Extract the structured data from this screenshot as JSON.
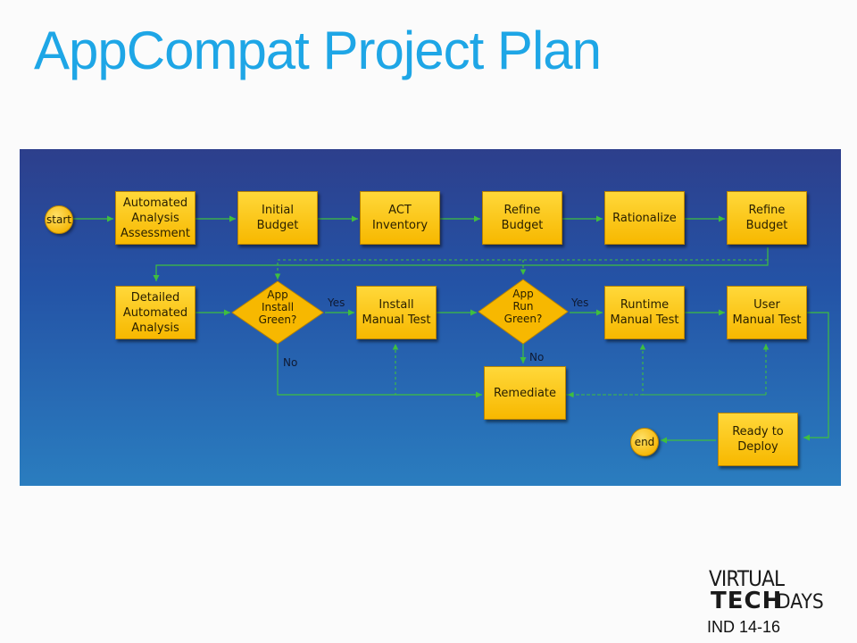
{
  "title": "AppCompat Project Plan",
  "flowchart": {
    "start": "start",
    "end": "end",
    "steps": {
      "automated_analysis_assessment": "Automated\nAnalysis\nAssessment",
      "initial_budget": "Initial\nBudget",
      "act_inventory": "ACT\nInventory",
      "refine_budget_1": "Refine\nBudget",
      "rationalize": "Rationalize",
      "refine_budget_2": "Refine\nBudget",
      "detailed_automated_analysis": "Detailed\nAutomated\nAnalysis",
      "install_manual_test": "Install\nManual Test",
      "runtime_manual_test": "Runtime\nManual Test",
      "user_manual_test": "User\nManual Test",
      "remediate": "Remediate",
      "ready_to_deploy": "Ready to\nDeploy"
    },
    "decisions": {
      "app_install_green": "App\nInstall\nGreen?",
      "app_run_green": "App\nRun\nGreen?"
    },
    "edge_labels": {
      "install_yes": "Yes",
      "install_no": "No",
      "run_yes": "Yes",
      "run_no": "No"
    },
    "colors": {
      "node_fill": "#f7b800",
      "connector": "#3fbf3f",
      "panel_top": "#2d3f8c",
      "panel_bottom": "#2a7dbf"
    }
  },
  "branding": {
    "logo_line1": "VIRTUAL",
    "logo_line2a": "TECH",
    "logo_line2b": "DAYS",
    "event_code": "IND 14-16"
  }
}
